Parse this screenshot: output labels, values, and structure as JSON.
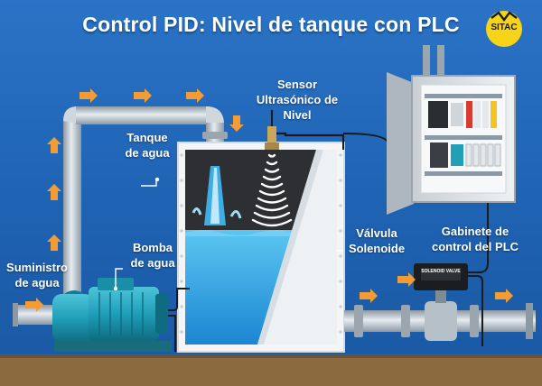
{
  "title": "Control PID: Nivel de tanque con PLC",
  "logo": {
    "text": "SITAC",
    "color": "#f7d417"
  },
  "labels": {
    "sensor": "Sensor Ultrasónico de Nivel",
    "tank": "Tanque de agua",
    "pump": "Bomba de agua",
    "supply": "Suministro de agua",
    "valve": "Válvula Solenoide",
    "cabinet": "Gabinete de control del PLC",
    "valve_plate": "SOLENOID VALVE"
  },
  "colors": {
    "background": "#1e63b4",
    "arrow": "#f39c33",
    "water": "#29a3e8",
    "pipe": "#b9c3cc",
    "pump": "#1f9fb8",
    "ground": "#8a6a3e"
  }
}
